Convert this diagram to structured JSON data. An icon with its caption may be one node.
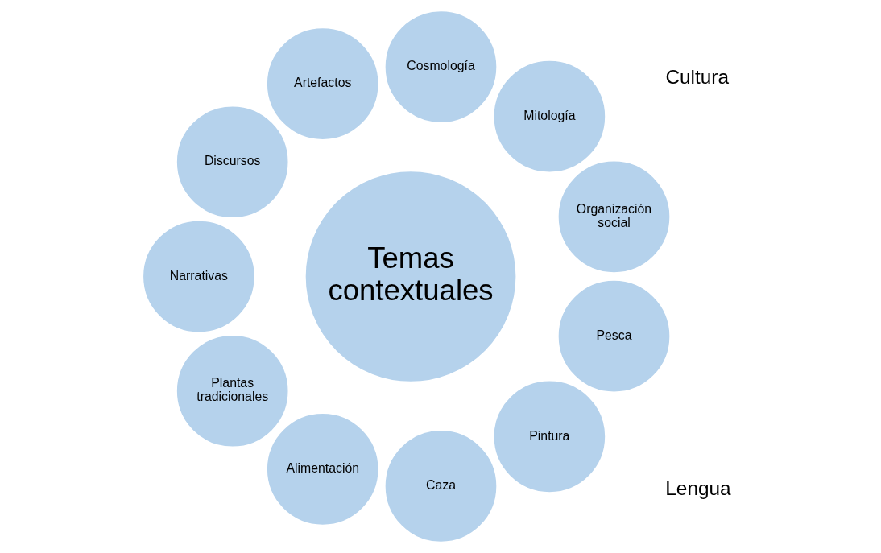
{
  "diagram": {
    "nodes": [
      {
        "text": [
          "Temas contextuales"
        ]
      },
      {
        "text": [
          "Organización social"
        ]
      },
      {
        "text": [
          "Mitología"
        ]
      },
      {
        "text": [
          "Cosmología"
        ]
      },
      {
        "text": [
          "Artefactos"
        ]
      },
      {
        "text": [
          "Discursos"
        ]
      },
      {
        "text": [
          "Narrativas"
        ]
      },
      {
        "text": [
          "Plantas tradicionales"
        ]
      },
      {
        "text": [
          "Alimentación"
        ]
      },
      {
        "text": [
          "Caza"
        ]
      },
      {
        "text": [
          "Pintura"
        ]
      },
      {
        "text": [
          "Pesca"
        ]
      }
    ],
    "labels": [
      "Lengua",
      "Cultura"
    ]
  }
}
